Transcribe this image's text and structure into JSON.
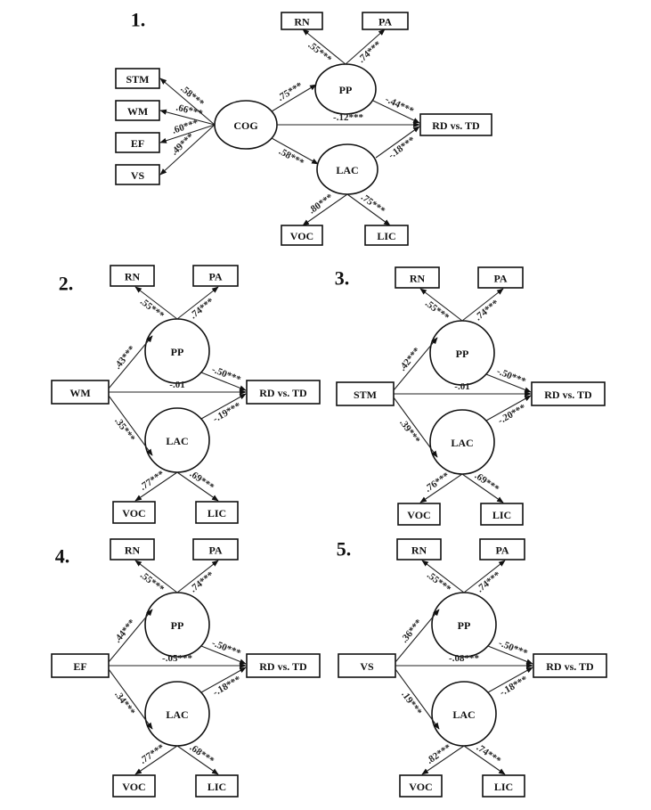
{
  "diagrams": [
    {
      "number": "1.",
      "source": "COG",
      "pp": "PP",
      "lac": "LAC",
      "outcome": "RD vs. TD",
      "rn": "RN",
      "pa": "PA",
      "voc": "VOC",
      "lic": "LIC",
      "indicators": [
        {
          "label": "STM",
          "loading": ".58***"
        },
        {
          "label": "WM",
          "loading": ".66***"
        },
        {
          "label": "EF",
          "loading": ".60***"
        },
        {
          "label": "VS",
          "loading": ".49***"
        }
      ],
      "paths": {
        "source_pp": ".75***",
        "source_lac": ".58***",
        "source_outcome": "-.12***",
        "pp_outcome": "-.44***",
        "lac_outcome": "-.18***",
        "pp_rn": ".55***",
        "pp_pa": ".74***",
        "lac_voc": ".80***",
        "lac_lic": ".75***"
      }
    },
    {
      "number": "2.",
      "source": "WM",
      "pp": "PP",
      "lac": "LAC",
      "outcome": "RD vs. TD",
      "rn": "RN",
      "pa": "PA",
      "voc": "VOC",
      "lic": "LIC",
      "paths": {
        "source_pp": ".43***",
        "source_lac": ".35***",
        "source_outcome": "-.01",
        "pp_outcome": "-.50***",
        "lac_outcome": "-.19***",
        "pp_rn": ".55***",
        "pp_pa": ".74***",
        "lac_voc": ".77***",
        "lac_lic": ".69***"
      }
    },
    {
      "number": "3.",
      "source": "STM",
      "pp": "PP",
      "lac": "LAC",
      "outcome": "RD vs. TD",
      "rn": "RN",
      "pa": "PA",
      "voc": "VOC",
      "lic": "LIC",
      "paths": {
        "source_pp": ".42***",
        "source_lac": ".39***",
        "source_outcome": "-.01",
        "pp_outcome": "-.50***",
        "lac_outcome": "-.20***",
        "pp_rn": ".55***",
        "pp_pa": ".74***",
        "lac_voc": ".76***",
        "lac_lic": ".69***"
      }
    },
    {
      "number": "4.",
      "source": "EF",
      "pp": "PP",
      "lac": "LAC",
      "outcome": "RD vs. TD",
      "rn": "RN",
      "pa": "PA",
      "voc": "VOC",
      "lic": "LIC",
      "paths": {
        "source_pp": ".44***",
        "source_lac": ".34***",
        "source_outcome": "-.05***",
        "pp_outcome": "-.50***",
        "lac_outcome": "-.18***",
        "pp_rn": ".55***",
        "pp_pa": ".74***",
        "lac_voc": ".77***",
        "lac_lic": ".68***"
      }
    },
    {
      "number": "5.",
      "source": "VS",
      "pp": "PP",
      "lac": "LAC",
      "outcome": "RD vs. TD",
      "rn": "RN",
      "pa": "PA",
      "voc": "VOC",
      "lic": "LIC",
      "paths": {
        "source_pp": ".36***",
        "source_lac": ".19***",
        "source_outcome": "-.08***",
        "pp_outcome": "-.50***",
        "lac_outcome": "-.18***",
        "pp_rn": ".55***",
        "pp_pa": ".74***",
        "lac_voc": ".82***",
        "lac_lic": ".74***"
      }
    }
  ]
}
